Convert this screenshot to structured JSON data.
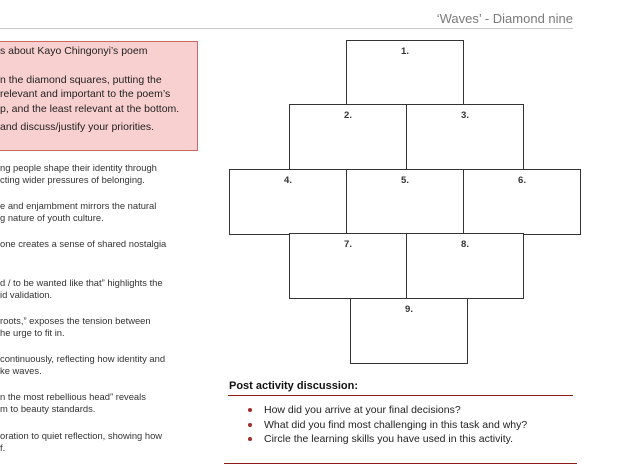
{
  "header": {
    "title": "‘Waves’ - Diamond nine"
  },
  "instructions": {
    "lines_1": [
      "s about Kayo Chingonyi’s poem"
    ],
    "lines_2": [
      "n the diamond squares, putting the",
      " relevant and important to the poem’s",
      "p, and the least relevant at the bottom."
    ],
    "lines_3": [
      " and discuss/justify your priorities."
    ]
  },
  "statements": [
    [
      "ng people shape their identity through",
      "cting wider pressures of belonging."
    ],
    [
      "e and enjambment mirrors the natural",
      "g nature of youth culture."
    ],
    [
      "one creates a sense of shared nostalgia"
    ],
    [
      "d / to be wanted like that” highlights the",
      "id validation."
    ],
    [
      "roots,” exposes the tension between",
      "he urge to fit in."
    ],
    [
      "continuously, reflecting how identity and",
      "ke waves."
    ],
    [
      "n the most rebellious head” reveals",
      "m to beauty standards."
    ],
    [
      "oration to quiet reflection, showing how",
      "f."
    ]
  ],
  "diamond": {
    "numbers": [
      "1.",
      "2.",
      "3.",
      "4.",
      "5.",
      "6.",
      "7.",
      "8.",
      "9."
    ]
  },
  "post_activity": {
    "title": "Post activity discussion:",
    "items": [
      "How did you arrive at your final decisions?",
      "What did you find most challenging in this task and why?",
      "Circle the learning skills you have used in this activity."
    ]
  },
  "colors": {
    "accent": "#8b1a1a",
    "instruction_fill": "#f9d0d0",
    "instruction_border": "#c86a6a"
  }
}
